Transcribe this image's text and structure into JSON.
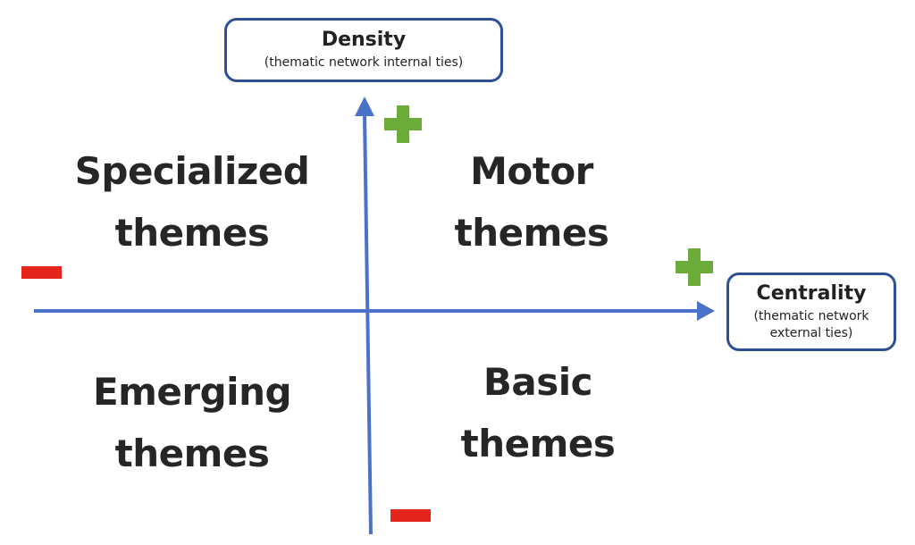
{
  "y_axis": {
    "title": "Density",
    "subtitle": "(thematic network internal ties)"
  },
  "x_axis": {
    "title": "Centrality",
    "subtitle": "(thematic network external ties)"
  },
  "quadrants": {
    "top_left": {
      "line1": "Specialized",
      "line2": "themes"
    },
    "top_right": {
      "line1": "Motor",
      "line2": "themes"
    },
    "bottom_left": {
      "line1": "Emerging",
      "line2": "themes"
    },
    "bottom_right": {
      "line1": "Basic",
      "line2": "themes"
    }
  },
  "colors": {
    "axis": "#4a72c9",
    "box_border": "#2f4f94",
    "plus": "#6aab3a",
    "minus": "#e3251b",
    "text": "#262626"
  },
  "icons": [
    "plus-icon",
    "minus-icon",
    "arrow-up-icon",
    "arrow-right-icon"
  ]
}
